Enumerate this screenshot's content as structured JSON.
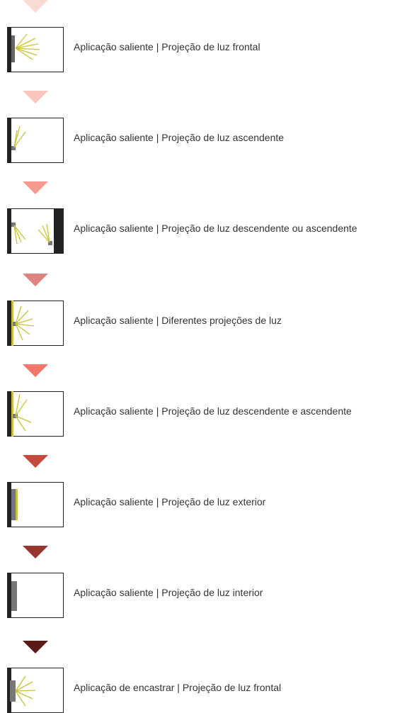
{
  "items": [
    {
      "label": "Aplicação saliente | Projeção de luz frontal",
      "marker_color": "#f9dbd6",
      "icon": "wall-surface-front-light-icon"
    },
    {
      "label": "Aplicação saliente | Projeção de luz ascendente",
      "marker_color": "#f8c6bd",
      "icon": "wall-surface-up-light-icon"
    },
    {
      "label": "Aplicação saliente | Projeção de luz descendente ou ascendente",
      "marker_color": "#f59a8c",
      "icon": "wall-surface-down-or-up-light-icon"
    },
    {
      "label": "Aplicação saliente | Diferentes projeções de luz",
      "marker_color": "#dd8480",
      "icon": "wall-surface-multi-light-icon"
    },
    {
      "label": "Aplicação saliente | Projeção de luz descendente e ascendente",
      "marker_color": "#f2766a",
      "icon": "wall-surface-down-and-up-light-icon"
    },
    {
      "label": "Aplicação saliente | Projeção de luz exterior",
      "marker_color": "#c44a3c",
      "icon": "wall-surface-outdoor-light-icon"
    },
    {
      "label": "Aplicação saliente | Projeção de luz interior",
      "marker_color": "#98362d",
      "icon": "wall-surface-indoor-light-icon"
    },
    {
      "label": "Aplicação de encastrar | Projeção de luz frontal",
      "marker_color": "#5a1b17",
      "icon": "wall-recessed-front-light-icon"
    }
  ]
}
